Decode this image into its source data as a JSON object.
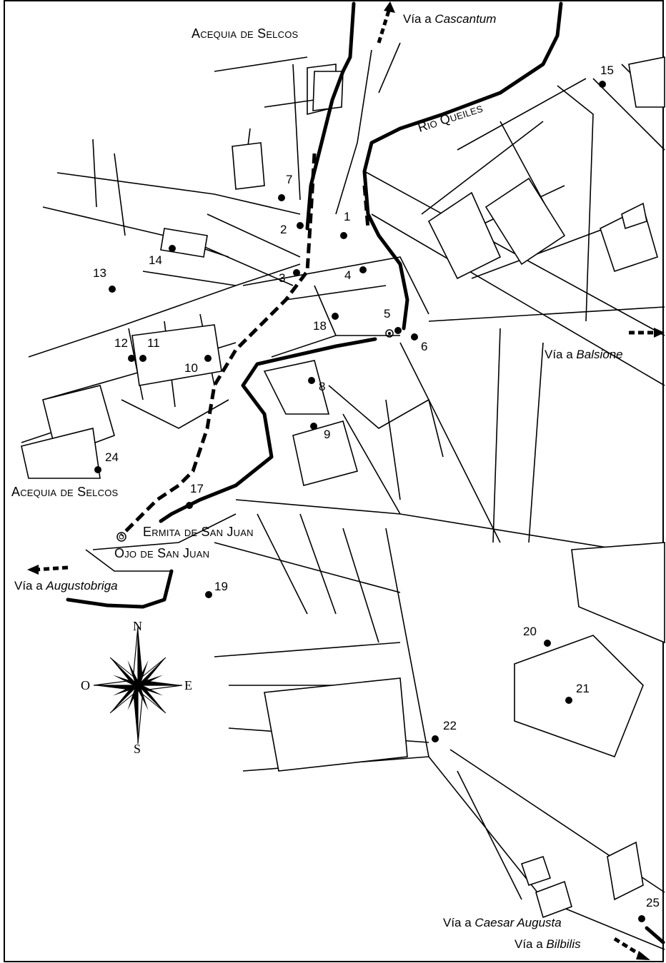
{
  "labels": {
    "acequia_north": "Acequia de Selcos",
    "acequia_south": "Acequia de Selcos",
    "rio": "Rio Queiles",
    "ermita": "Ermita de San Juan",
    "ojo": "Ojo de San Juan",
    "via_cascantum_prefix": "Vía a ",
    "via_cascantum_name": "Cascantum",
    "via_balsione_prefix": "Vía a ",
    "via_balsione_name": "Balsione",
    "via_augustobriga_prefix": "Vía a ",
    "via_augustobriga_name": "Augustobriga",
    "via_caesar_prefix": "Vía a ",
    "via_caesar_name": "Caesar Augusta",
    "via_bilbilis_prefix": "Vía a ",
    "via_bilbilis_name": "Bilbilis"
  },
  "pois": [
    {
      "id": "1",
      "label": "1"
    },
    {
      "id": "2",
      "label": "2"
    },
    {
      "id": "3",
      "label": "3"
    },
    {
      "id": "4",
      "label": "4"
    },
    {
      "id": "5",
      "label": "5"
    },
    {
      "id": "6",
      "label": "6"
    },
    {
      "id": "7",
      "label": "7"
    },
    {
      "id": "8",
      "label": "8"
    },
    {
      "id": "9",
      "label": "9"
    },
    {
      "id": "10",
      "label": "10"
    },
    {
      "id": "11",
      "label": "11"
    },
    {
      "id": "12",
      "label": "12"
    },
    {
      "id": "13",
      "label": "13"
    },
    {
      "id": "14",
      "label": "14"
    },
    {
      "id": "15",
      "label": "15"
    },
    {
      "id": "17",
      "label": "17"
    },
    {
      "id": "18",
      "label": "18"
    },
    {
      "id": "19",
      "label": "19"
    },
    {
      "id": "20",
      "label": "20"
    },
    {
      "id": "21",
      "label": "21"
    },
    {
      "id": "22",
      "label": "22"
    },
    {
      "id": "24",
      "label": "24"
    },
    {
      "id": "25",
      "label": "25"
    }
  ],
  "compass": {
    "n": "N",
    "s": "S",
    "e": "E",
    "w": "O"
  },
  "icons": {
    "compass": "compass-rose-icon",
    "spring": "spring-icon"
  }
}
